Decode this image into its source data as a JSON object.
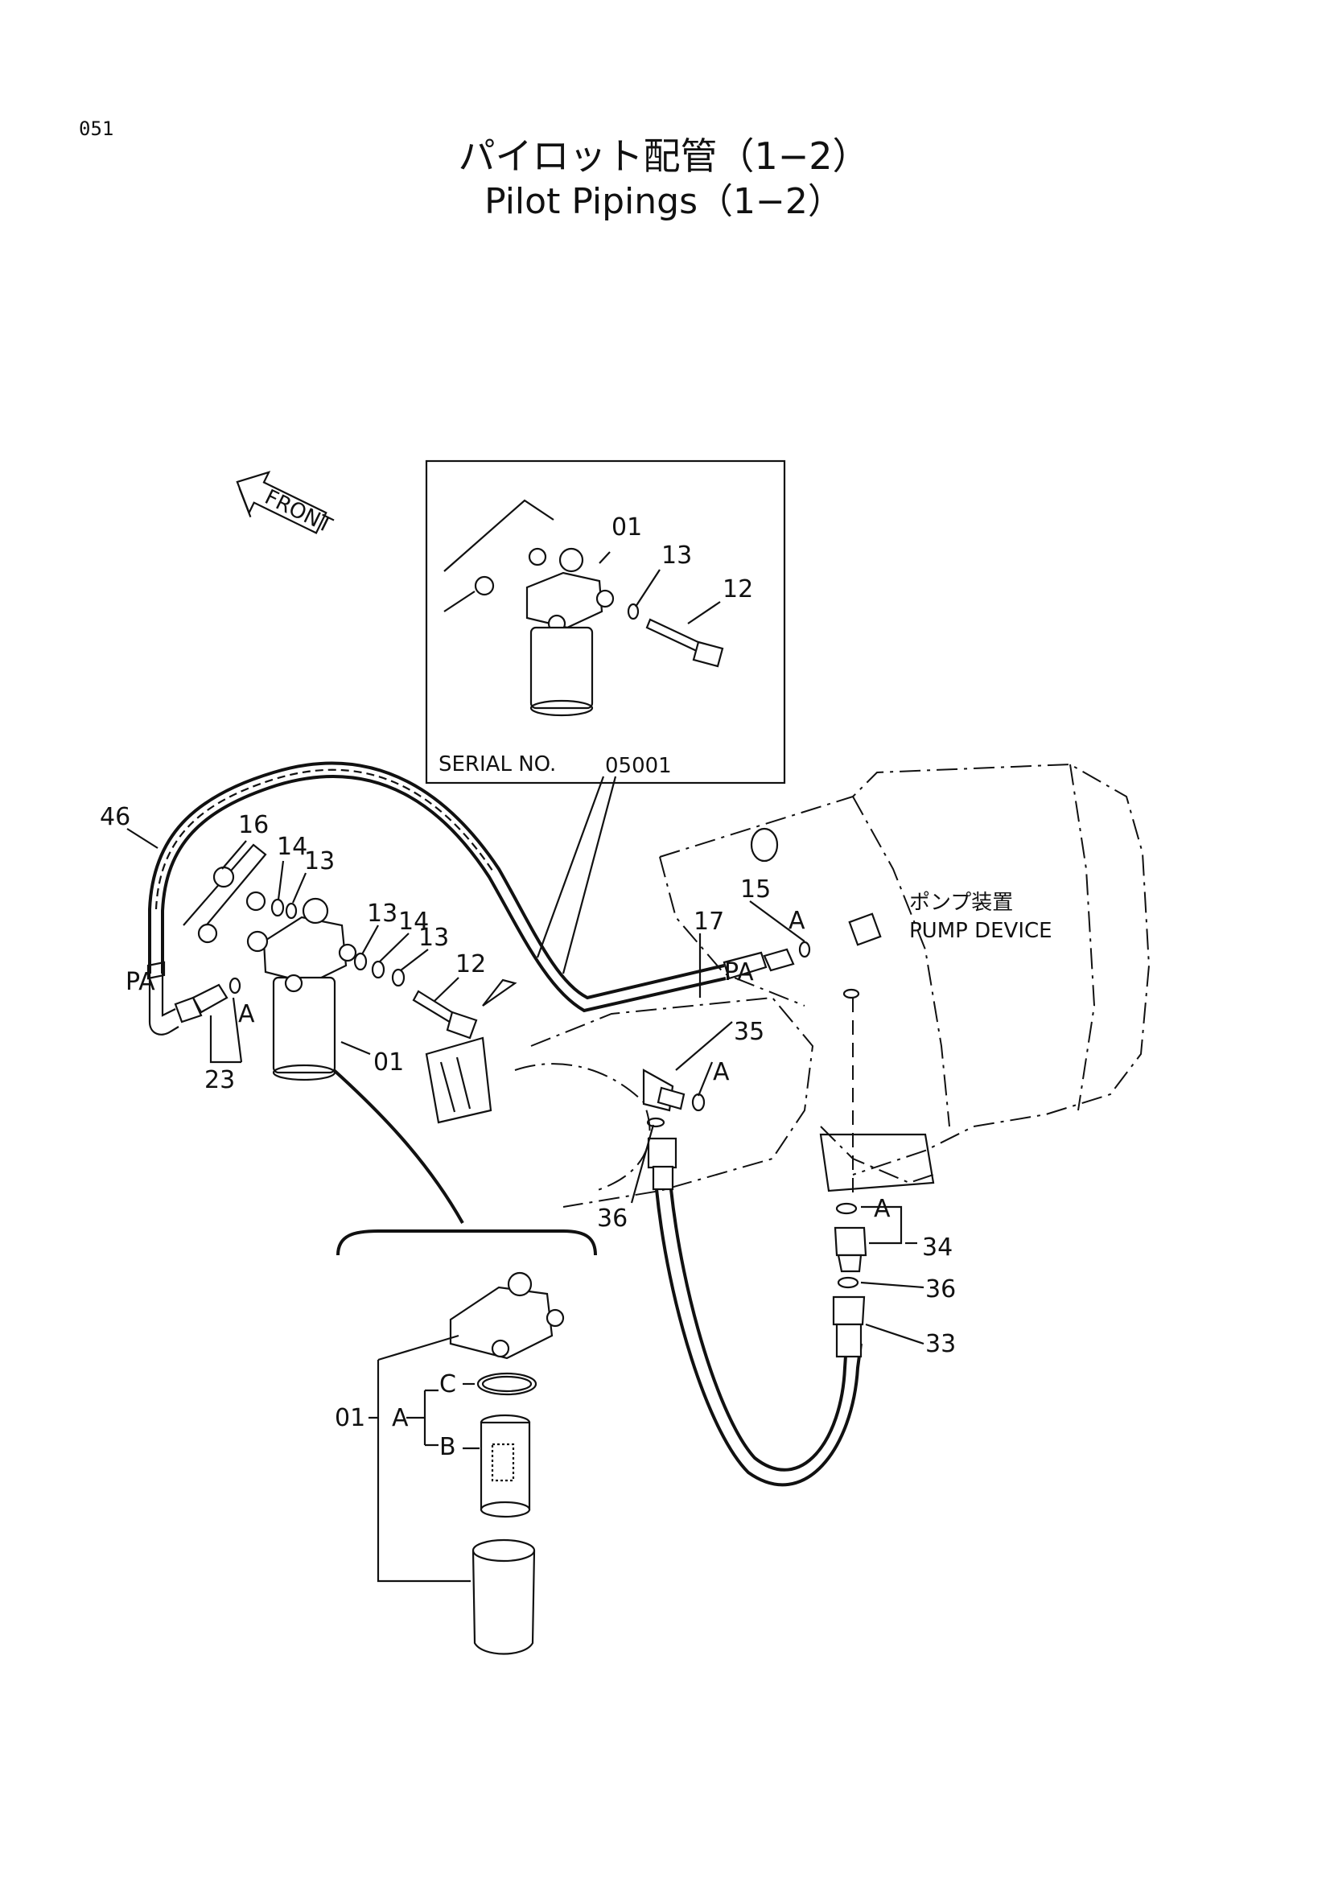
{
  "page": {
    "number": "051",
    "title_jp": "パイロット配管（1−2）",
    "title_en": "Pilot Pipings（1−2）"
  },
  "labels": {
    "front": "FRONT",
    "serial": "SERIAL  NO.",
    "serial_value": "05001",
    "pump_jp": "ポンプ装置",
    "pump_en": "PUMP  DEVICE",
    "pa_left": "PA",
    "pa_right": "PA",
    "a_23": "A",
    "a_15": "A",
    "a_35": "A",
    "a_34": "A",
    "a_exploded": "A",
    "b_exploded": "B",
    "c_exploded": "C"
  },
  "callouts": {
    "p01_inset": "01",
    "p13_inset": "13",
    "p12_inset": "12",
    "p46": "46",
    "p16": "16",
    "p14_left": "14",
    "p13_left": "13",
    "p13_mid": "13",
    "p14_mid": "14",
    "p13_mid2": "13",
    "p12_main": "12",
    "p15": "15",
    "p17": "17",
    "p23": "23",
    "p01_main": "01",
    "p35": "35",
    "p36_left": "36",
    "p34": "34",
    "p36_right": "36",
    "p33": "33",
    "p01_exploded": "01"
  }
}
